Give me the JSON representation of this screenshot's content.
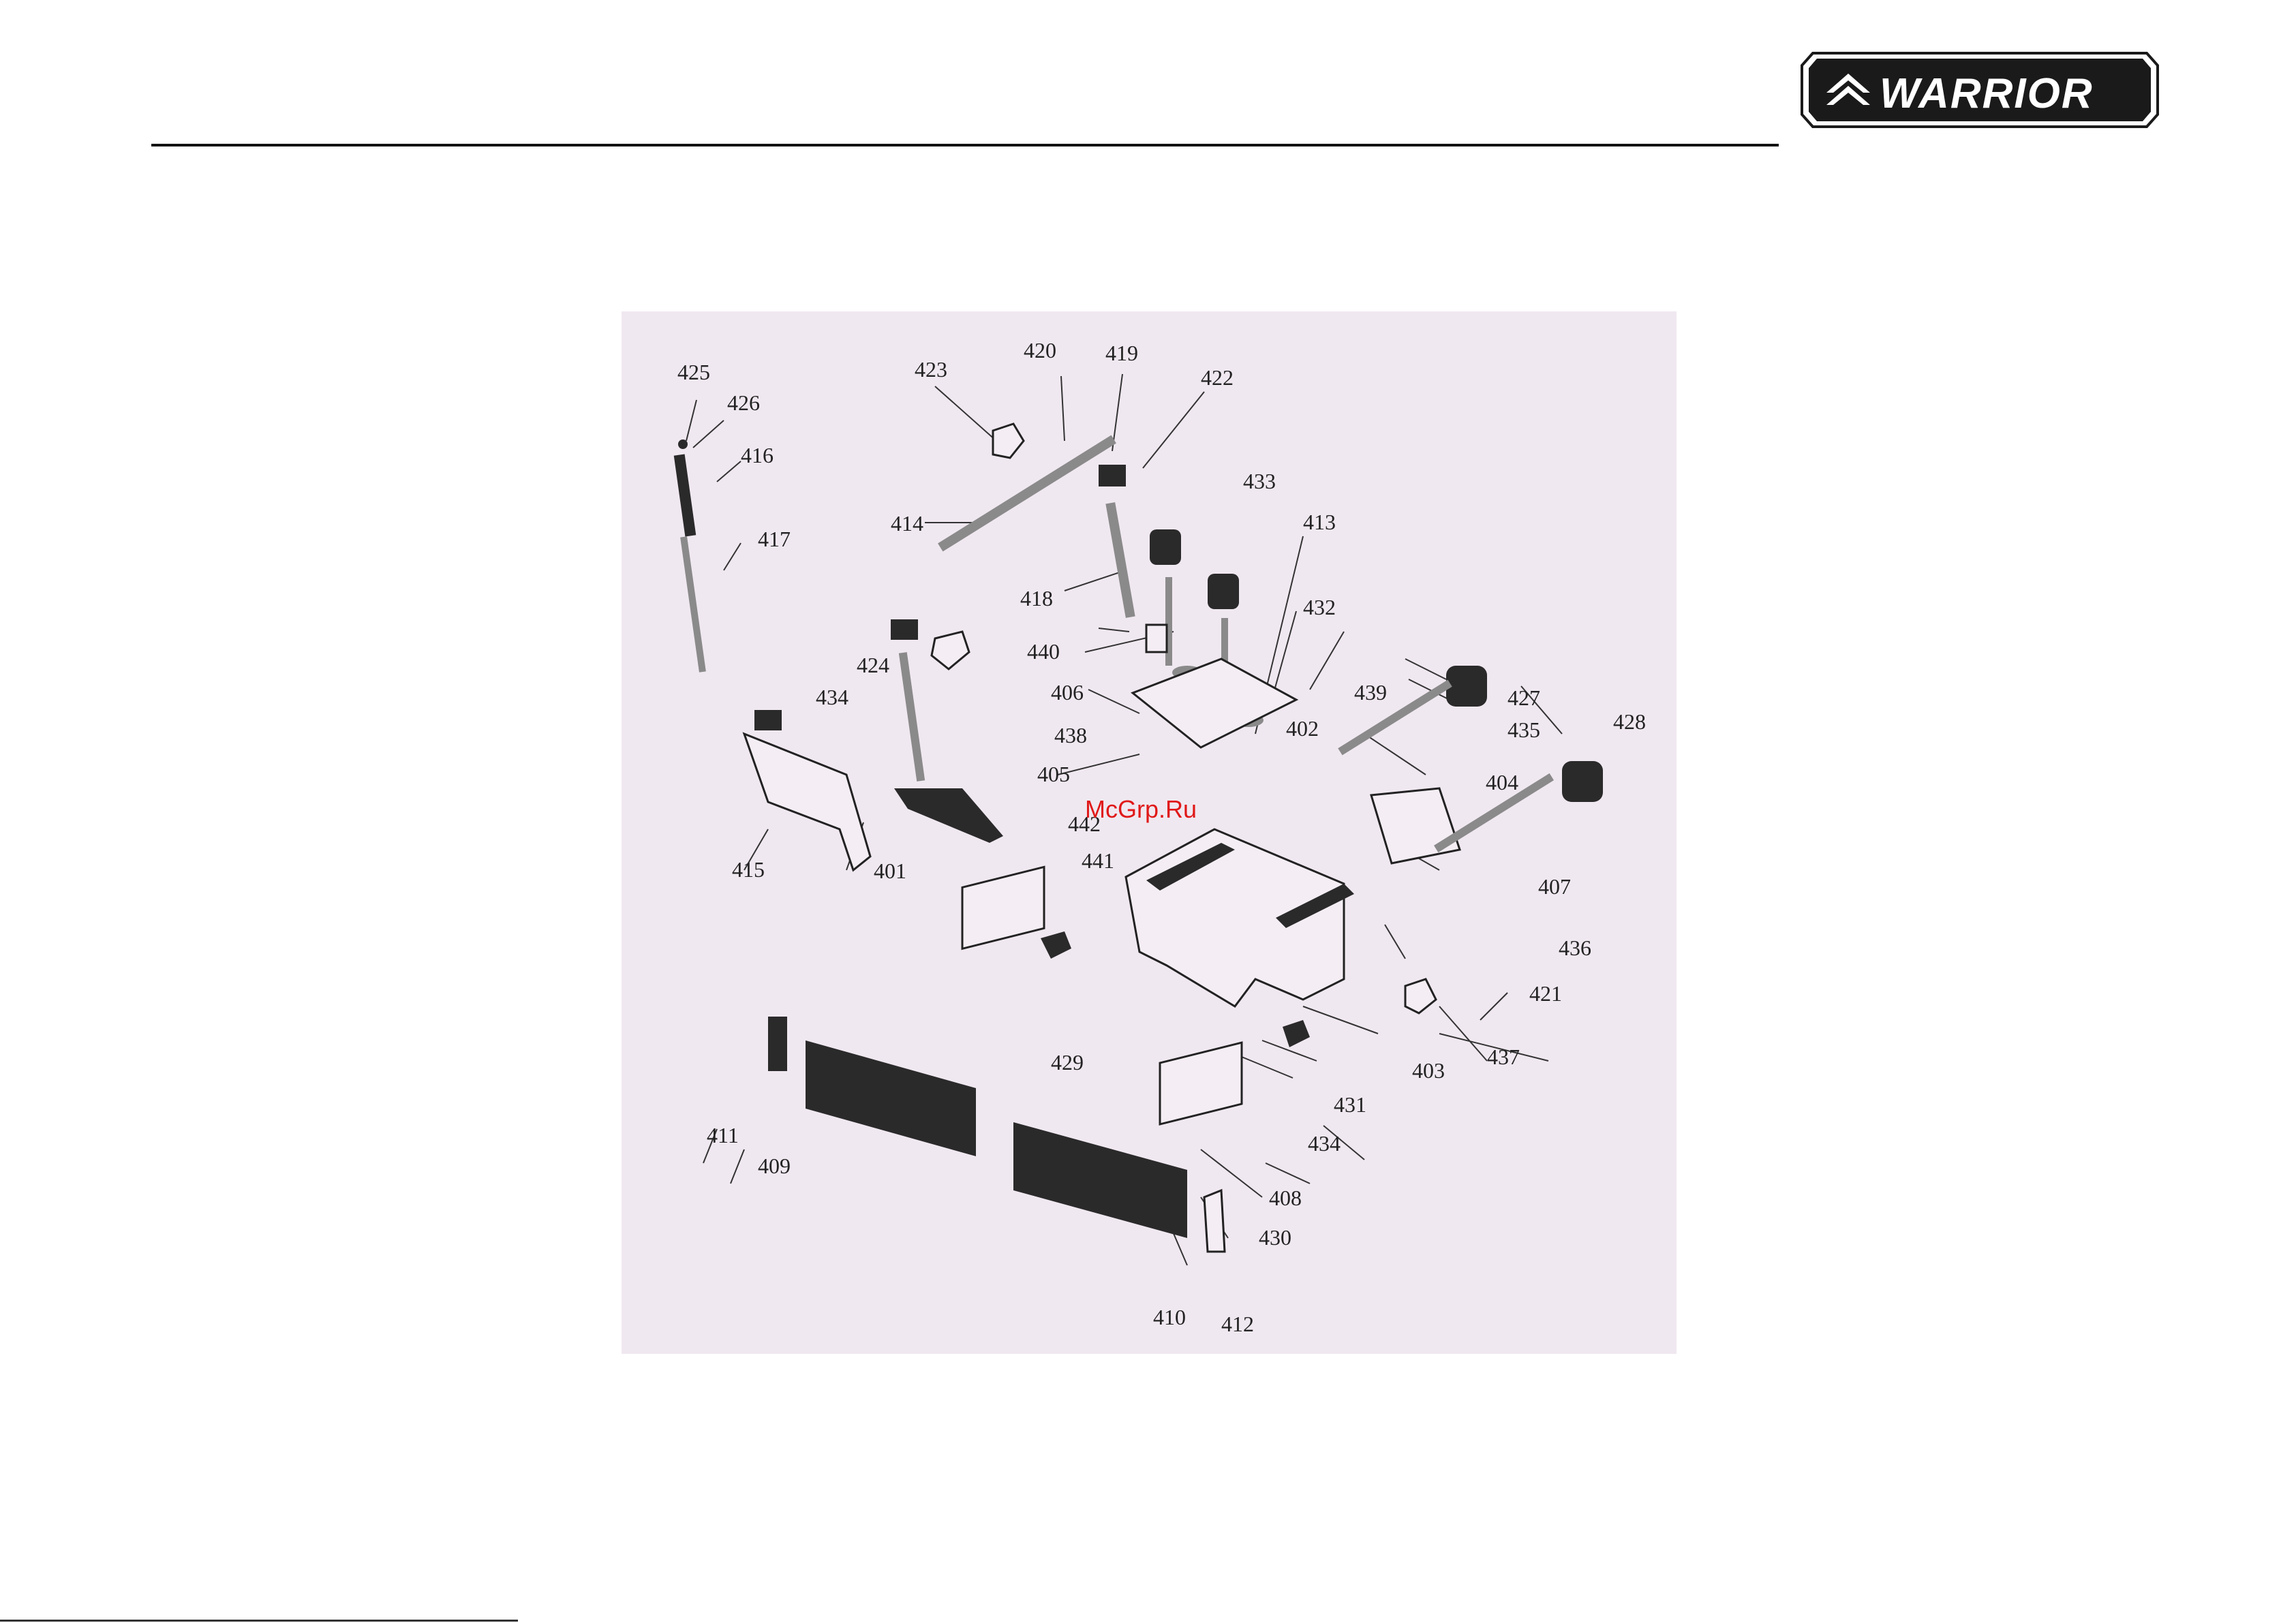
{
  "header": {
    "logo_text": "WARRIOR",
    "logo_icon": "warrior-chevron-logo-icon"
  },
  "diagram": {
    "type": "exploded-parts-view",
    "watermark": "McGrp.Ru",
    "part_numbers": [
      "401",
      "402",
      "403",
      "404",
      "405",
      "406",
      "407",
      "408",
      "409",
      "410",
      "411",
      "412",
      "413",
      "414",
      "415",
      "416",
      "417",
      "418",
      "419",
      "420",
      "421",
      "422",
      "423",
      "424",
      "425",
      "426",
      "427",
      "428",
      "429",
      "430",
      "431",
      "432",
      "433",
      "434",
      "434",
      "435",
      "436",
      "437",
      "438",
      "439",
      "440",
      "441",
      "442"
    ]
  },
  "colors": {
    "figure_background": "#f0e8f0",
    "logo_background": "#1a1a1a",
    "watermark": "#e01818"
  }
}
